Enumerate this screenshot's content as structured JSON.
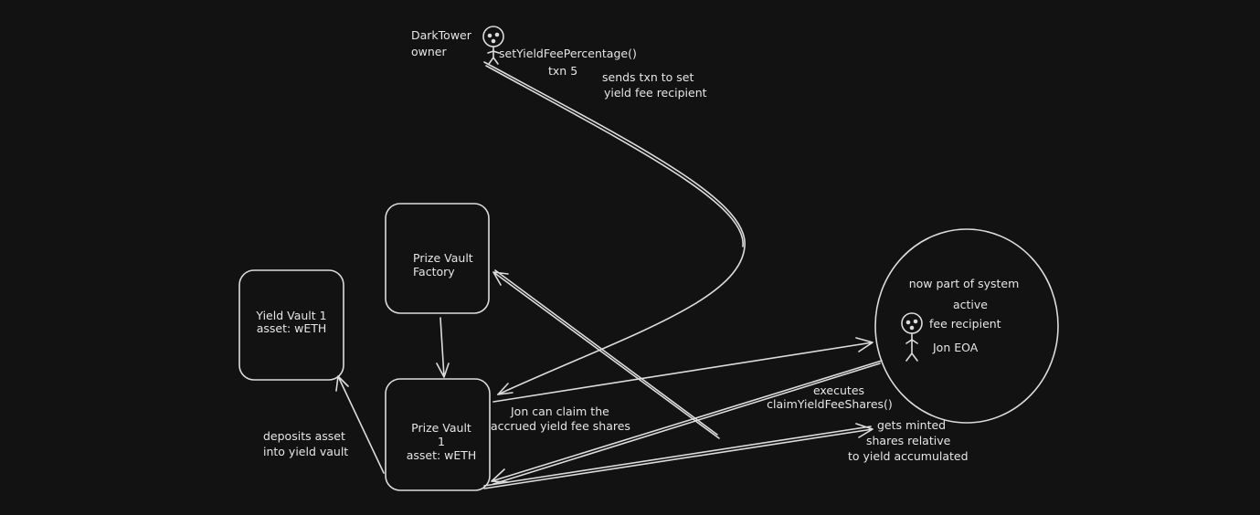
{
  "actors": {
    "owner": {
      "name": "DarkTower",
      "role": "owner"
    },
    "recipient": {
      "label": "fee recipient",
      "name": "Jon EOA",
      "status": "active",
      "note": "now part of system"
    }
  },
  "boxes": {
    "yield_vault": {
      "line1": "Yield Vault 1",
      "line2": "asset: wETH"
    },
    "factory": {
      "line1": "Prize Vault",
      "line2": "Factory"
    },
    "prize_vault": {
      "line1": "Prize Vault",
      "line2": "1",
      "line3": "asset: wETH"
    }
  },
  "labels": {
    "set_fee_call": "setYieldFeePercentage()",
    "txn": "txn 5",
    "sends_1": "sends txn to set",
    "sends_2": "yield fee recipient",
    "claim_1": "Jon can claim the",
    "claim_2": "accrued yield fee shares",
    "deposit_1": "deposits asset",
    "deposit_2": "into yield vault",
    "exec_1": "executes",
    "exec_2": "claimYieldFeeShares()",
    "minted_1": "gets minted",
    "minted_2": "shares relative",
    "minted_3": "to yield accumulated"
  },
  "colors": {
    "background": "#121212",
    "stroke": "#dcdcdc"
  }
}
